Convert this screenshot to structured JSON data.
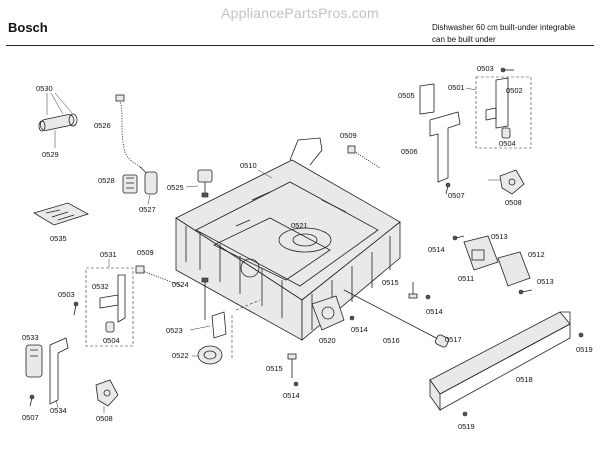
{
  "header": {
    "brand": "Bosch",
    "watermark": "AppliancePartsPros.com",
    "description_line1": "Dishwasher 60 cm built-under integrable",
    "description_line2": "can be built under"
  },
  "labels": {
    "p0530": "0530",
    "p0529": "0529",
    "p0526": "0526",
    "p0528": "0528",
    "p0527": "0527",
    "p0535": "0535",
    "p0525": "0525",
    "p0510": "0510",
    "p0509a": "0509",
    "p0509b": "0509",
    "p0521": "0521",
    "p0505": "0505",
    "p0501": "0501",
    "p0503a": "0503",
    "p0502a": "0502",
    "p0504a": "0504",
    "p0506": "0506",
    "p0507a": "0507",
    "p0508a": "0508",
    "p0531": "0531",
    "p0532": "0532",
    "p0503b": "0503",
    "p0504b": "0504",
    "p0533": "0533",
    "p0534": "0534",
    "p0507b": "0507",
    "p0508b": "0508",
    "p0524": "0524",
    "p0523": "0523",
    "p0522": "0522",
    "p0514a": "0514",
    "p0513a": "0513",
    "p0512": "0512",
    "p0511": "0511",
    "p0513b": "0513",
    "p0515a": "0515",
    "p0514b": "0514",
    "p0520": "0520",
    "p0514c": "0514",
    "p0516": "0516",
    "p0517": "0517",
    "p0519a": "0519",
    "p0518": "0518",
    "p0519b": "0519",
    "p0515b": "0515",
    "p0514d": "0514"
  }
}
